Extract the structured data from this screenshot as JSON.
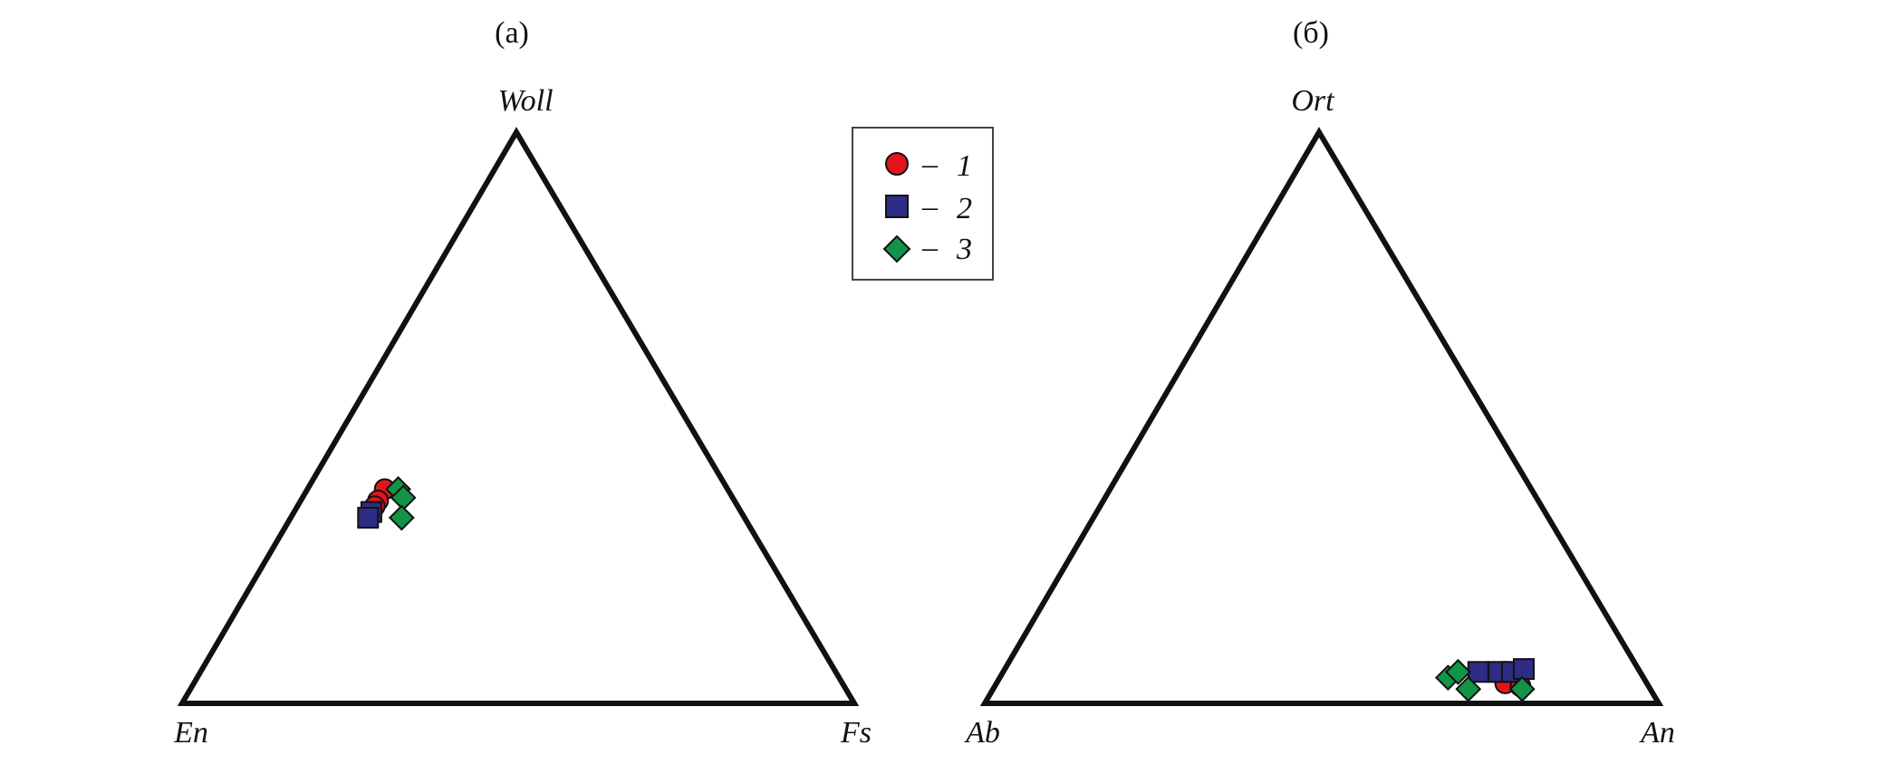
{
  "legend": {
    "items": [
      {
        "label": "1",
        "dash": "–",
        "marker": "circle",
        "color": "#e3141c"
      },
      {
        "label": "2",
        "dash": "–",
        "marker": "square",
        "color": "#2e2c84"
      },
      {
        "label": "3",
        "dash": "–",
        "marker": "diamond",
        "color": "#119447"
      }
    ]
  },
  "chart_data": [
    {
      "type": "scatter",
      "subtype": "ternary",
      "panel_label": "(а)",
      "apices": {
        "top": "Woll",
        "left": "En",
        "right": "Fs"
      },
      "series": [
        {
          "name": "1",
          "marker": "circle",
          "color": "#e3141c",
          "points": [
            {
              "Woll": 37.5,
              "En": 51,
              "Fs": 11.5
            },
            {
              "Woll": 35.5,
              "En": 53,
              "Fs": 11.5
            },
            {
              "Woll": 34.5,
              "En": 54,
              "Fs": 11.5
            }
          ]
        },
        {
          "name": "2",
          "marker": "square",
          "color": "#2e2c84",
          "points": [
            {
              "Woll": 33.5,
              "En": 55,
              "Fs": 11.5
            },
            {
              "Woll": 32.5,
              "En": 56,
              "Fs": 11.5
            }
          ]
        },
        {
          "name": "3",
          "marker": "diamond",
          "color": "#119447",
          "points": [
            {
              "Woll": 37.5,
              "En": 49,
              "Fs": 13.5
            },
            {
              "Woll": 36.0,
              "En": 49,
              "Fs": 15.0
            },
            {
              "Woll": 32.5,
              "En": 51,
              "Fs": 16.5
            }
          ]
        }
      ]
    },
    {
      "type": "scatter",
      "subtype": "ternary",
      "panel_label": "(б)",
      "apices": {
        "top": "Ort",
        "left": "Ab",
        "right": "An"
      },
      "series": [
        {
          "name": "1",
          "marker": "circle",
          "color": "#e3141c",
          "points": [
            {
              "Ort": 3.5,
              "Ab": 21,
              "An": 75.5
            },
            {
              "Ort": 3.0,
              "Ab": 19,
              "An": 78.0
            }
          ]
        },
        {
          "name": "2",
          "marker": "square",
          "color": "#2e2c84",
          "points": [
            {
              "Ort": 5.5,
              "Ab": 24,
              "An": 70.5
            },
            {
              "Ort": 5.5,
              "Ab": 21,
              "An": 73.5
            },
            {
              "Ort": 5.5,
              "Ab": 19,
              "An": 75.5
            },
            {
              "Ort": 6.0,
              "Ab": 17,
              "An": 77.0
            }
          ]
        },
        {
          "name": "3",
          "marker": "diamond",
          "color": "#119447",
          "points": [
            {
              "Ort": 4.5,
              "Ab": 29,
              "An": 66.5
            },
            {
              "Ort": 5.5,
              "Ab": 27,
              "An": 67.5
            },
            {
              "Ort": 2.5,
              "Ab": 27,
              "An": 70.5
            },
            {
              "Ort": 2.5,
              "Ab": 19,
              "An": 78.5
            }
          ]
        }
      ]
    }
  ]
}
